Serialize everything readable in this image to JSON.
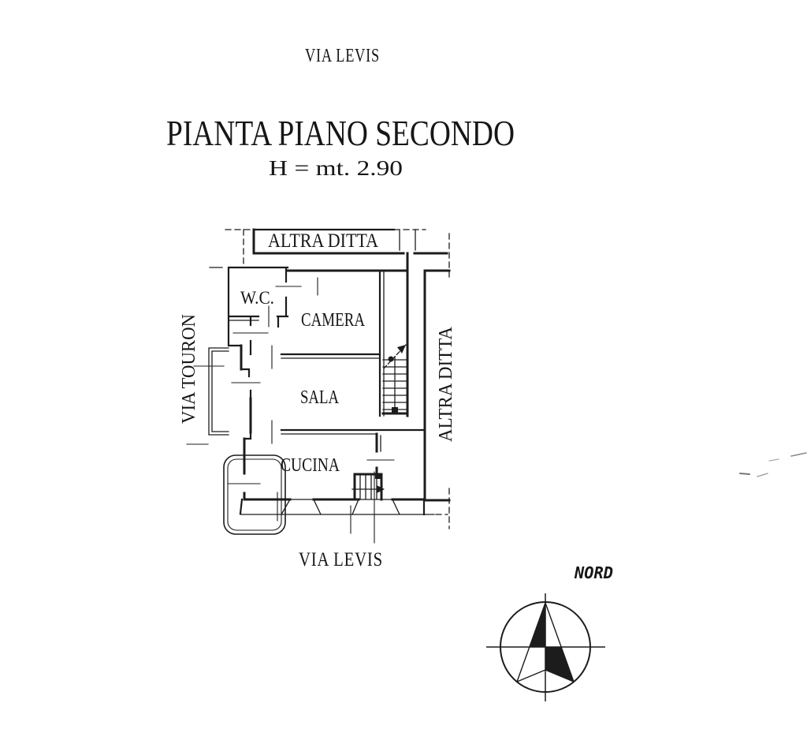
{
  "page": {
    "background": "#ffffff",
    "ink": "#1c1c1c"
  },
  "header": {
    "street_top": "VIA LEVIS",
    "title": "PIANTA PIANO SECONDO",
    "subtitle": "H = mt. 2.90"
  },
  "plan": {
    "corridor_top_label": "ALTRA DITTA",
    "corridor_right_label": "ALTRA DITTA",
    "street_left_label": "VIA TOURON",
    "street_bottom_label": "VIA LEVIS",
    "rooms": {
      "wc": "W.C.",
      "camera": "CAMERA",
      "sala": "SALA",
      "cucina": "CUCINA"
    }
  },
  "compass": {
    "label": "NORD"
  }
}
